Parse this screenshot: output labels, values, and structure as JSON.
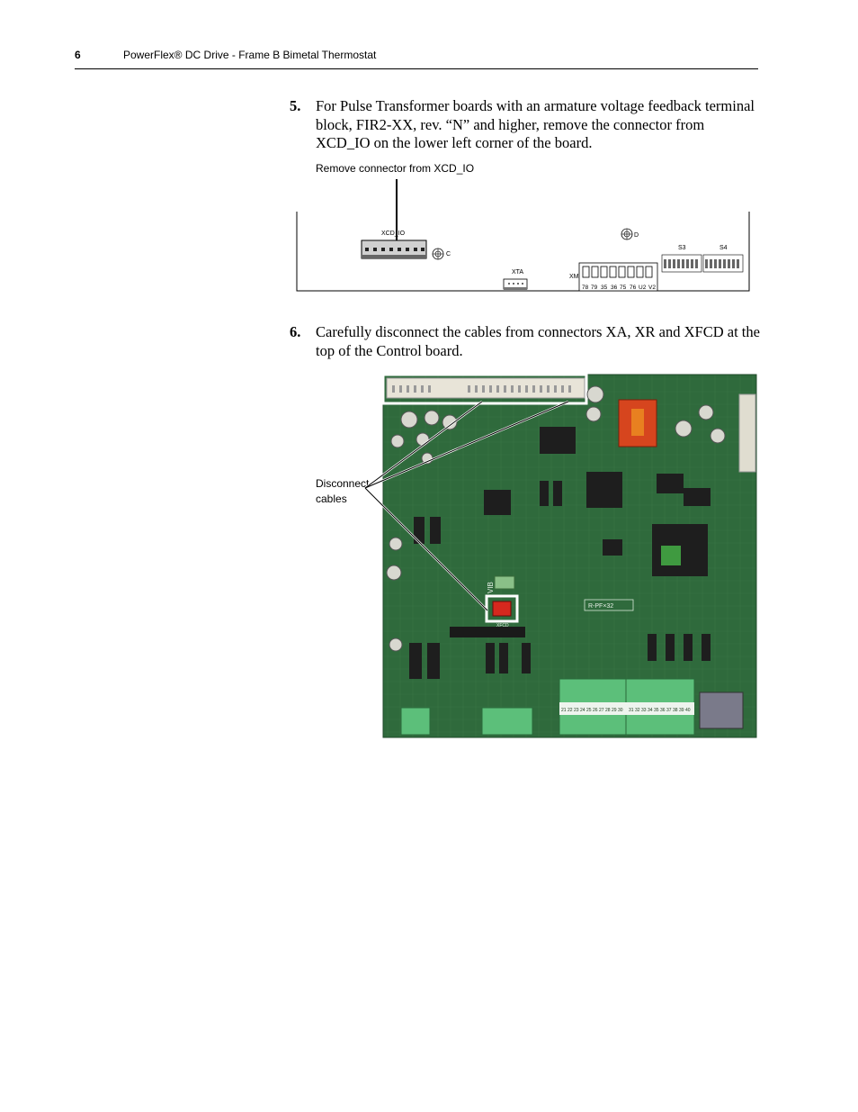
{
  "header": {
    "page_number": "6",
    "title": "PowerFlex® DC Drive - Frame B Bimetal Thermostat"
  },
  "steps": [
    {
      "number": "5.",
      "text": "For Pulse Transformer boards with an armature voltage feedback terminal block, FIR2-XX, rev. “N” and higher, remove the connector from XCD_IO on the lower left corner of the board."
    },
    {
      "number": "6.",
      "text": "Carefully disconnect the cables from connectors XA, XR and XFCD at the top of the Control board."
    }
  ],
  "figure1": {
    "callout": "Remove connector from XCD_IO",
    "labels": {
      "xcd_io": "XCD_IO",
      "c": "C",
      "d": "D",
      "xta": "XTA",
      "xm": "XM",
      "s3": "S3",
      "s4": "S4"
    },
    "xm_terminals": [
      "78",
      "79",
      "35",
      "36",
      "75",
      "76",
      "U2",
      "V2"
    ]
  },
  "figure2": {
    "callout_line1": "Disconnect",
    "callout_line2": "cables",
    "board_labels": {
      "vib": "VIB",
      "xfcd": "XFCD",
      "rpf": "R-PF×32"
    },
    "terminal_numbers_left": [
      "21",
      "22",
      "23",
      "24",
      "25",
      "26",
      "27",
      "28",
      "29",
      "30"
    ],
    "terminal_numbers_right": [
      "31",
      "32",
      "33",
      "34",
      "35",
      "36",
      "37",
      "38",
      "39",
      "40"
    ]
  },
  "colors": {
    "board_green": "#2f6a3c",
    "highlight": "#ffffff",
    "connector_red": "#d6281e"
  }
}
